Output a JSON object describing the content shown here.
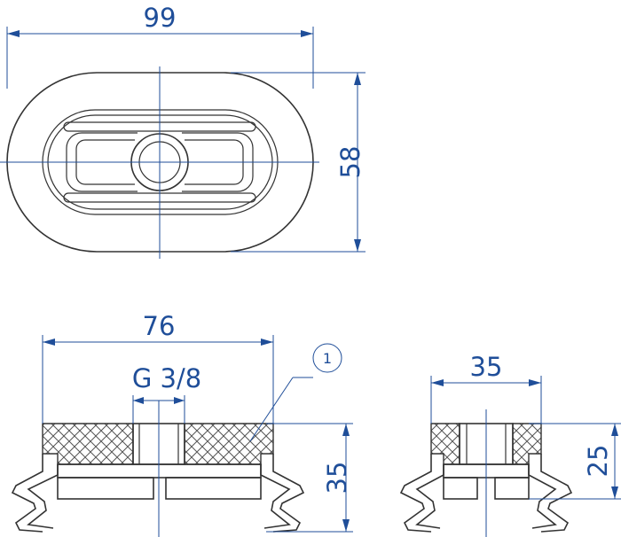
{
  "top_view": {
    "width_label": "99",
    "height_label": "58"
  },
  "side_view": {
    "width_label": "76",
    "thread_label": "G 3/8",
    "callout_number": "1",
    "height_label": "35"
  },
  "end_view": {
    "width_label": "35",
    "height_label": "25"
  },
  "colors": {
    "dimension": "#1f4e99",
    "outline": "#333333"
  }
}
